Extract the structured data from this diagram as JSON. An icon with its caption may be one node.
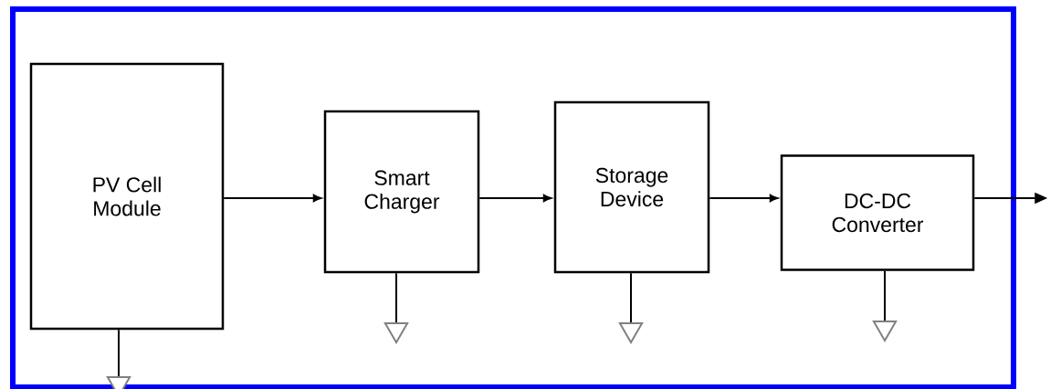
{
  "diagram": {
    "nodes": [
      {
        "text": [],
        "shape": "box"
      },
      {
        "text": [
          "PV Cell Module"
        ],
        "in": 0
      },
      {
        "text": [
          "Smart Charger"
        ],
        "in": 0
      },
      {
        "text": [
          "Storage Device"
        ],
        "in": 0
      },
      {
        "text": [
          "DC-DC Converter"
        ],
        "in": 0
      },
      {
        "text": [],
        "shape": "triangle",
        "in": 0
      },
      {
        "text": [],
        "shape": "triangle",
        "in": 0
      },
      {
        "text": [],
        "shape": "triangle",
        "in": 0
      },
      {
        "text": [],
        "shape": "triangle",
        "in": 0
      }
    ],
    "edges": [
      {
        "from": 1,
        "to": 2,
        "arrow": "to"
      },
      {
        "from": 2,
        "to": 3,
        "arrow": "to"
      },
      {
        "from": 3,
        "to": 4,
        "arrow": "to"
      },
      {
        "from": 4,
        "to": null,
        "arrow": "to"
      },
      {
        "from": 1,
        "to": 5,
        "arrow": "none"
      },
      {
        "from": 2,
        "to": 6,
        "arrow": "none"
      },
      {
        "from": 3,
        "to": 7,
        "arrow": "none"
      },
      {
        "from": 4,
        "to": 8,
        "arrow": "none"
      }
    ]
  }
}
